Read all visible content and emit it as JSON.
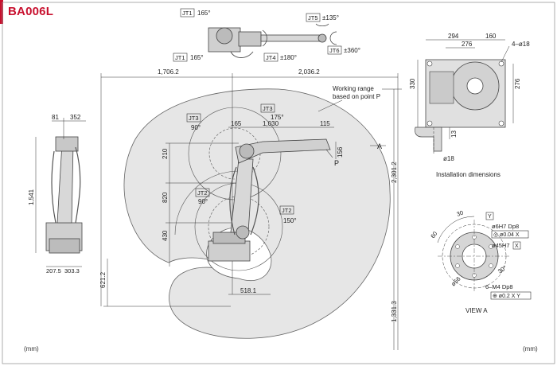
{
  "title": "BA006L",
  "units_left": "(mm)",
  "units_right": "(mm)",
  "labels": {
    "jt1": "JT1",
    "jt1_deg": "165°",
    "jt1b": "JT1",
    "jt1b_deg": "165°",
    "jt4": "JT4",
    "jt4_deg": "±180°",
    "jt5": "JT5",
    "jt5_deg": "±135°",
    "jt6": "JT6",
    "jt6_deg": "±360°",
    "jt3a": "JT3",
    "jt3a_deg": "90°",
    "jt3b": "JT3",
    "jt3b_deg": "175°",
    "jt2a": "JT2",
    "jt2a_deg": "90°",
    "jt2b": "JT2",
    "jt2b_deg": "150°",
    "working_range_1": "Working range",
    "working_range_2": "based on point P",
    "point_p": "P",
    "view_arrow": "A",
    "installation": "Installation dimensions",
    "view_a": "VIEW  A",
    "tol1": "ø6H7 Dp8",
    "tol1_box": "◎ ø0.04 X",
    "tol2": "ø45H7",
    "tol2_box": "X",
    "tol3": "6–M4 Dp8",
    "tol3_box": "⊕ ø0.2 X Y",
    "tol_y": "Y"
  },
  "dims": {
    "d1706": "1,706.2",
    "d2036": "2,036.2",
    "d2301": "2,301.2",
    "d1331": "1,331.3",
    "d621": "621.2",
    "d518": "518.1",
    "d165": "165",
    "d1030": "1,030",
    "d115": "115",
    "d156": "156",
    "d210": "210",
    "d820": "820",
    "d430": "430",
    "d81": "81",
    "d352": "352",
    "d1541": "1,541",
    "d2075": "207.5",
    "d3033": "303.3",
    "d294": "294",
    "d160": "160",
    "d276a": "276",
    "d418": "4–ø18",
    "d330": "330",
    "d276b": "276",
    "d13": "13",
    "d18": "ø18",
    "d30a": "30",
    "d60": "60",
    "d56": "ø56",
    "d30b": "30°"
  }
}
